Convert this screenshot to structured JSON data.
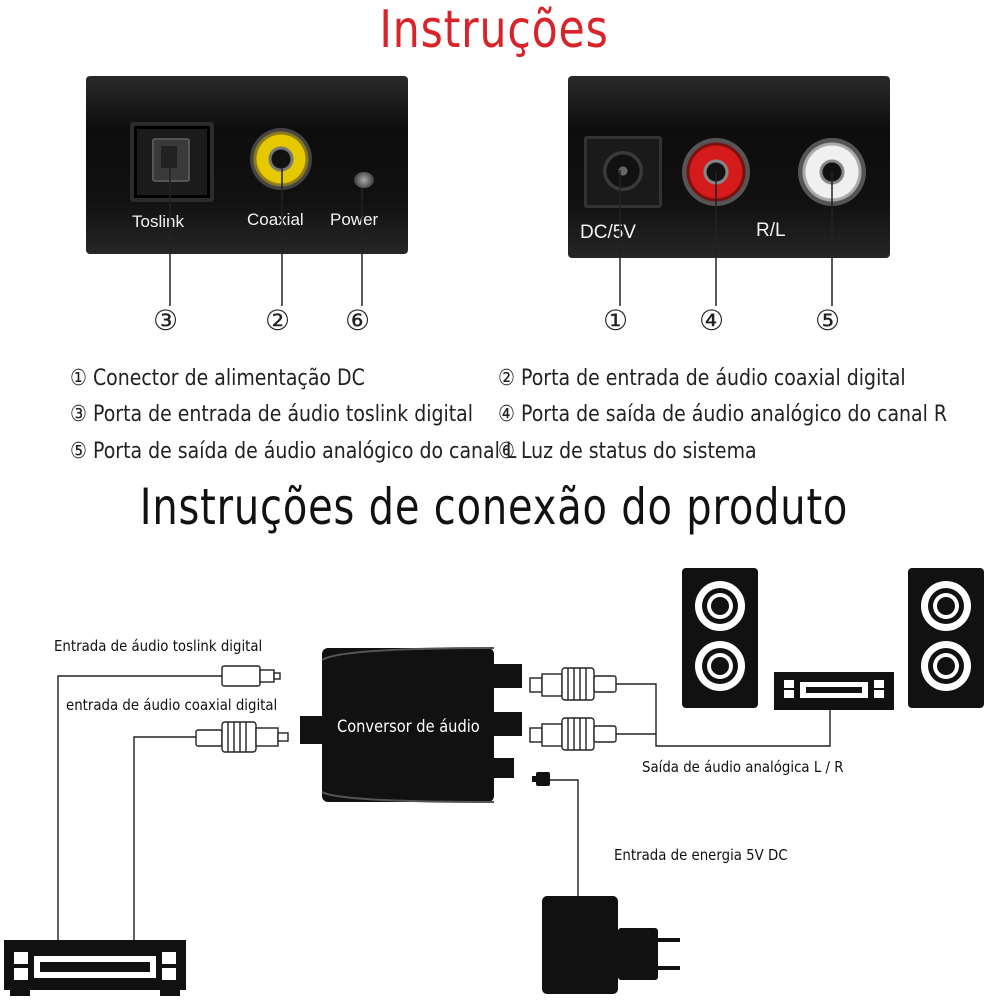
{
  "header": {
    "title": "Instruções"
  },
  "front_panel": {
    "toslink_label": "Toslink",
    "coaxial_label": "Coaxial",
    "power_label": "Power"
  },
  "back_panel": {
    "dc_label": "DC/5V",
    "rl_label": "R/L"
  },
  "callouts": {
    "toslink": "③",
    "coaxial": "②",
    "power": "⑥",
    "dc": "①",
    "right": "④",
    "left": "⑤"
  },
  "legend": [
    "① Conector de alimentação DC",
    "② Porta de entrada de áudio coaxial digital",
    "③ Porta de entrada de áudio toslink digital",
    "④ Porta de saída de áudio analógico do canal R",
    "⑤ Porta de saída de áudio analógico do canal L",
    "⑥ Luz de status do sistema"
  ],
  "connection": {
    "title": "Instruções de conexão do produto",
    "toslink_input": "Entrada de áudio toslink digital",
    "coaxial_input": "entrada de áudio coaxial digital",
    "converter": "Conversor de áudio",
    "analog_output": "Saída de áudio analógica L / R",
    "power_input": "Entrada de energia 5V DC"
  },
  "colors": {
    "title_red": "#d9232a",
    "rca_yellow": "#e6c800",
    "rca_red": "#d41a1a",
    "rca_white": "#f0f0f0",
    "device_black": "#111111"
  }
}
